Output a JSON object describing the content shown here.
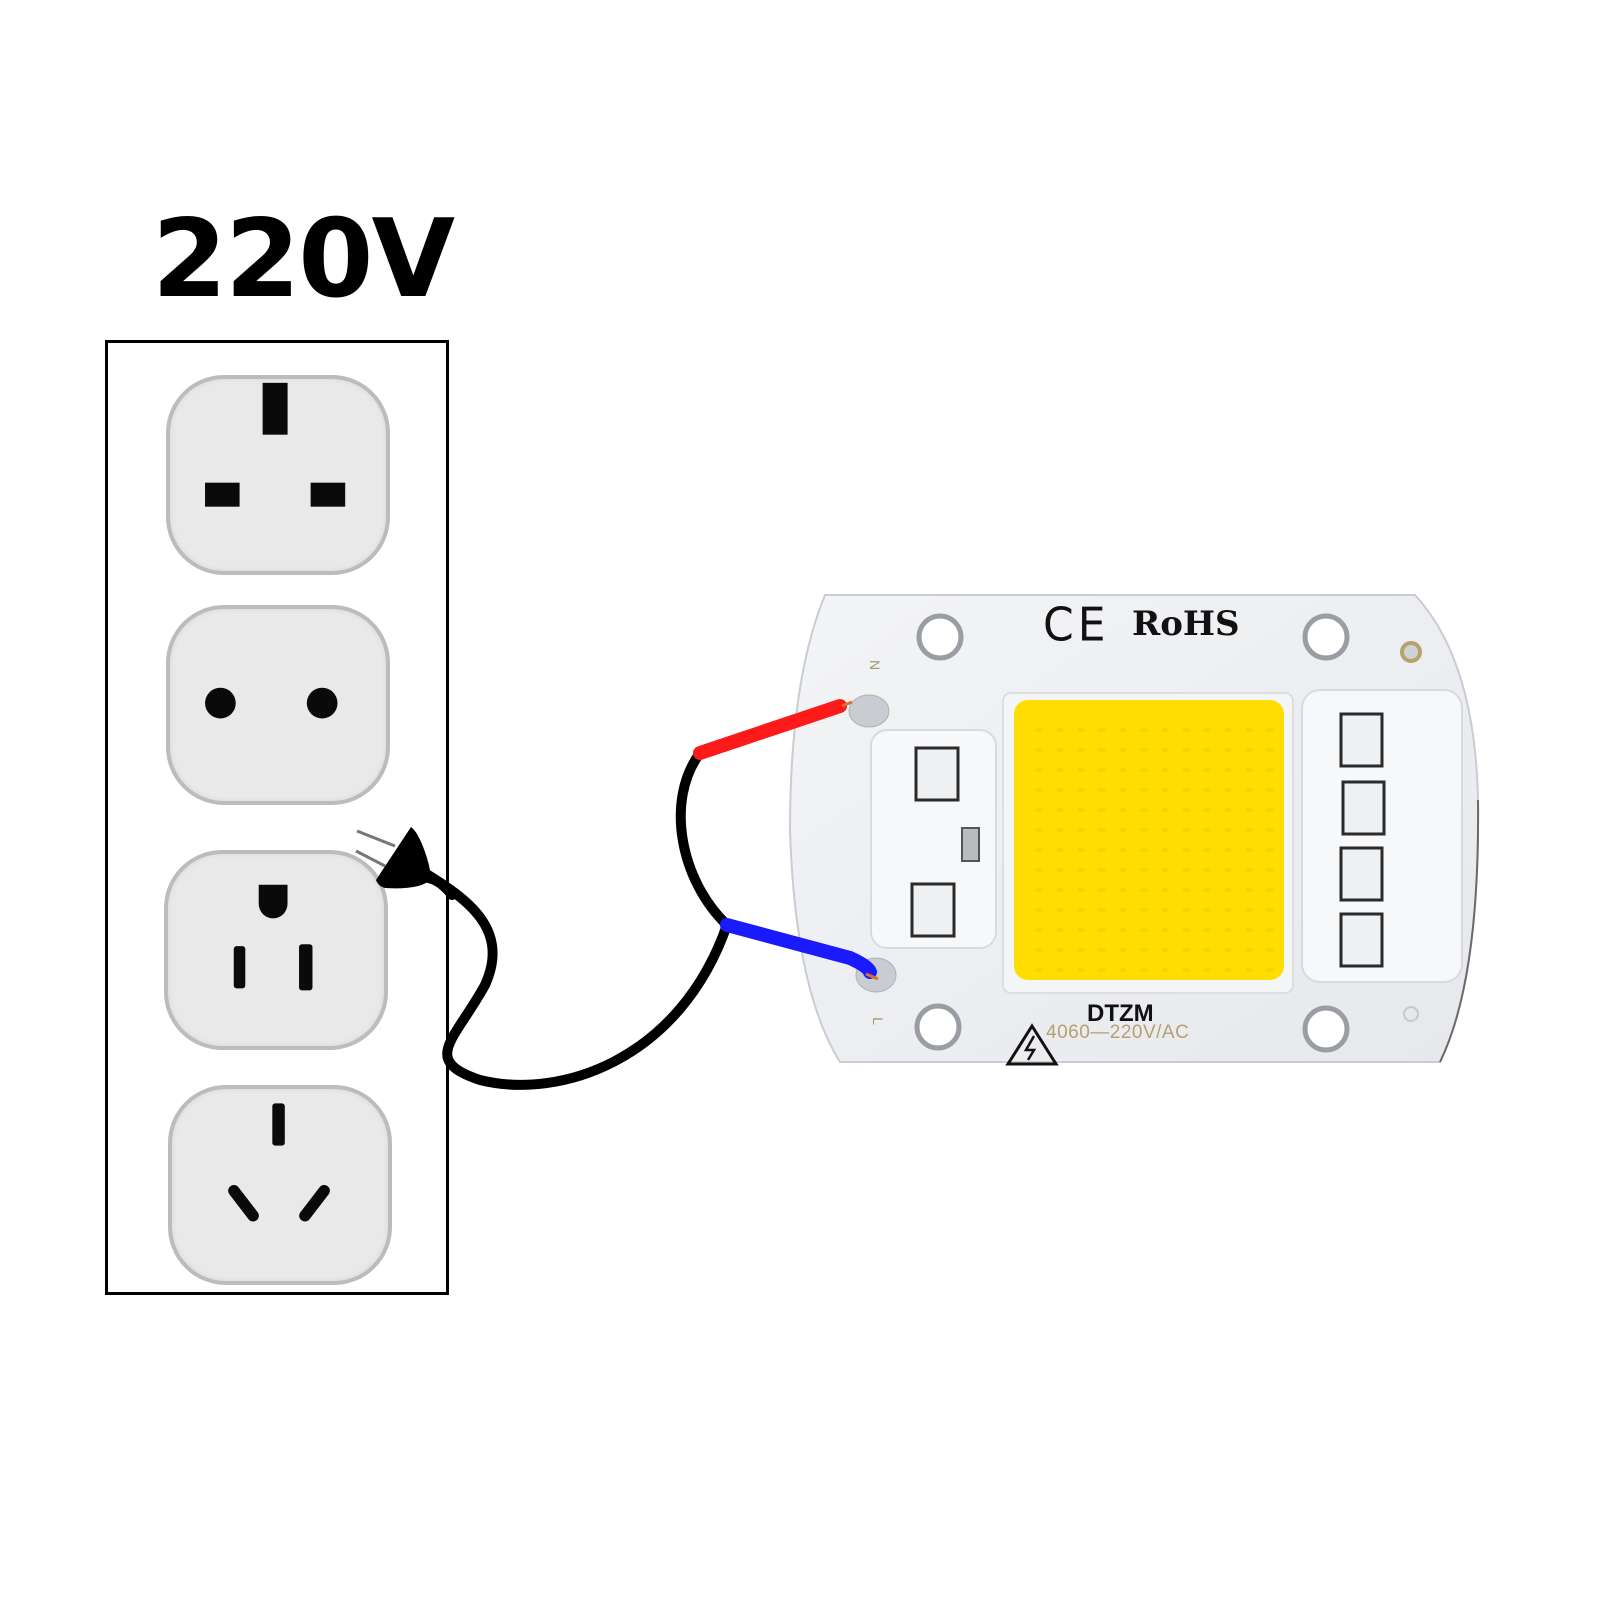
{
  "diagram": {
    "title": "220V",
    "description": "Wiring diagram: 220V wall socket plug connected to COB LED chip input terminals",
    "outlets": [
      {
        "type": "uk-type-g",
        "label": "UK 3-pin rectangular socket"
      },
      {
        "type": "eu-type-c",
        "label": "EU 2-pin round socket"
      },
      {
        "type": "us-type-b",
        "label": "US 3-pin socket"
      },
      {
        "type": "cn-type-i",
        "label": "CN/AU angled 3-pin socket"
      }
    ],
    "plug": {
      "icon": "power-plug-icon",
      "cable_color": "#000000"
    },
    "wires": [
      {
        "name": "neutral",
        "color": "#ff1a1a",
        "terminal": "N"
      },
      {
        "name": "live",
        "color": "#1a1aff",
        "terminal": "L"
      }
    ],
    "led_board": {
      "certification_ce": "CE",
      "certification_rohs": "RoHS",
      "brand": "DTZM",
      "model": "4060—220V/AC",
      "terminal_n_label": "N",
      "terminal_l_label": "L",
      "warning_icon": "high-voltage-warning-icon",
      "chip_color": "#ffdd00",
      "board_color": "#eef0f3"
    }
  }
}
